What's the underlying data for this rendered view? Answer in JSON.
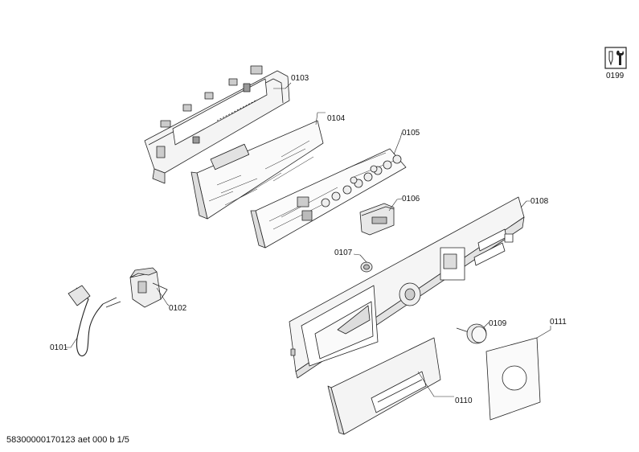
{
  "parts": [
    {
      "id": "0101",
      "label": "0101"
    },
    {
      "id": "0102",
      "label": "0102"
    },
    {
      "id": "0103",
      "label": "0103"
    },
    {
      "id": "0104",
      "label": "0104"
    },
    {
      "id": "0105",
      "label": "0105"
    },
    {
      "id": "0106",
      "label": "0106"
    },
    {
      "id": "0107",
      "label": "0107"
    },
    {
      "id": "0108",
      "label": "0108"
    },
    {
      "id": "0109",
      "label": "0109"
    },
    {
      "id": "0110",
      "label": "0110"
    },
    {
      "id": "0111",
      "label": "0111"
    }
  ],
  "tool_label": "0199",
  "footer": "58300000170123 aet 000 b 1/5"
}
